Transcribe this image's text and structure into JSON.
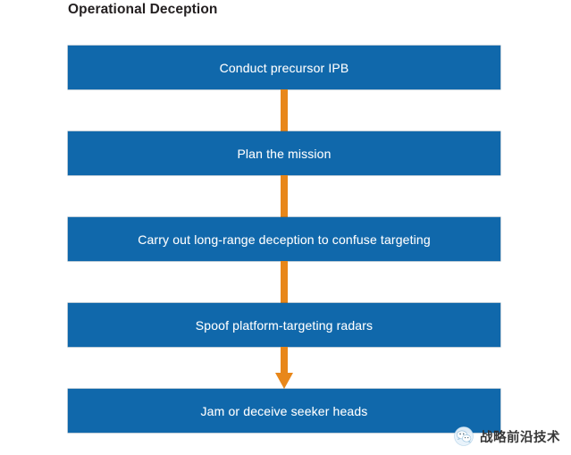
{
  "page": {
    "title": "Operational Deception",
    "background_color": "#ffffff"
  },
  "colors": {
    "box_fill": "#1068ab",
    "box_text": "#ffffff",
    "connector": "#e8871a",
    "title_text": "#231f20"
  },
  "flowchart": {
    "type": "vertical-process-flow",
    "orientation": "top-to-bottom",
    "steps": [
      {
        "index": 1,
        "label": "Conduct precursor IPB"
      },
      {
        "index": 2,
        "label": "Plan the mission"
      },
      {
        "index": 3,
        "label": "Carry out long-range deception to confuse targeting"
      },
      {
        "index": 4,
        "label": "Spoof platform-targeting radars"
      },
      {
        "index": 5,
        "label": "Jam or deceive seeker heads"
      }
    ],
    "connectors": [
      {
        "from": 1,
        "to": 2,
        "style": "line",
        "arrowhead": false
      },
      {
        "from": 2,
        "to": 3,
        "style": "line",
        "arrowhead": false
      },
      {
        "from": 3,
        "to": 4,
        "style": "line",
        "arrowhead": false
      },
      {
        "from": 4,
        "to": 5,
        "style": "line",
        "arrowhead": true
      }
    ]
  },
  "watermark": {
    "icon": "wechat-logo-icon",
    "text": "战略前沿技术"
  }
}
